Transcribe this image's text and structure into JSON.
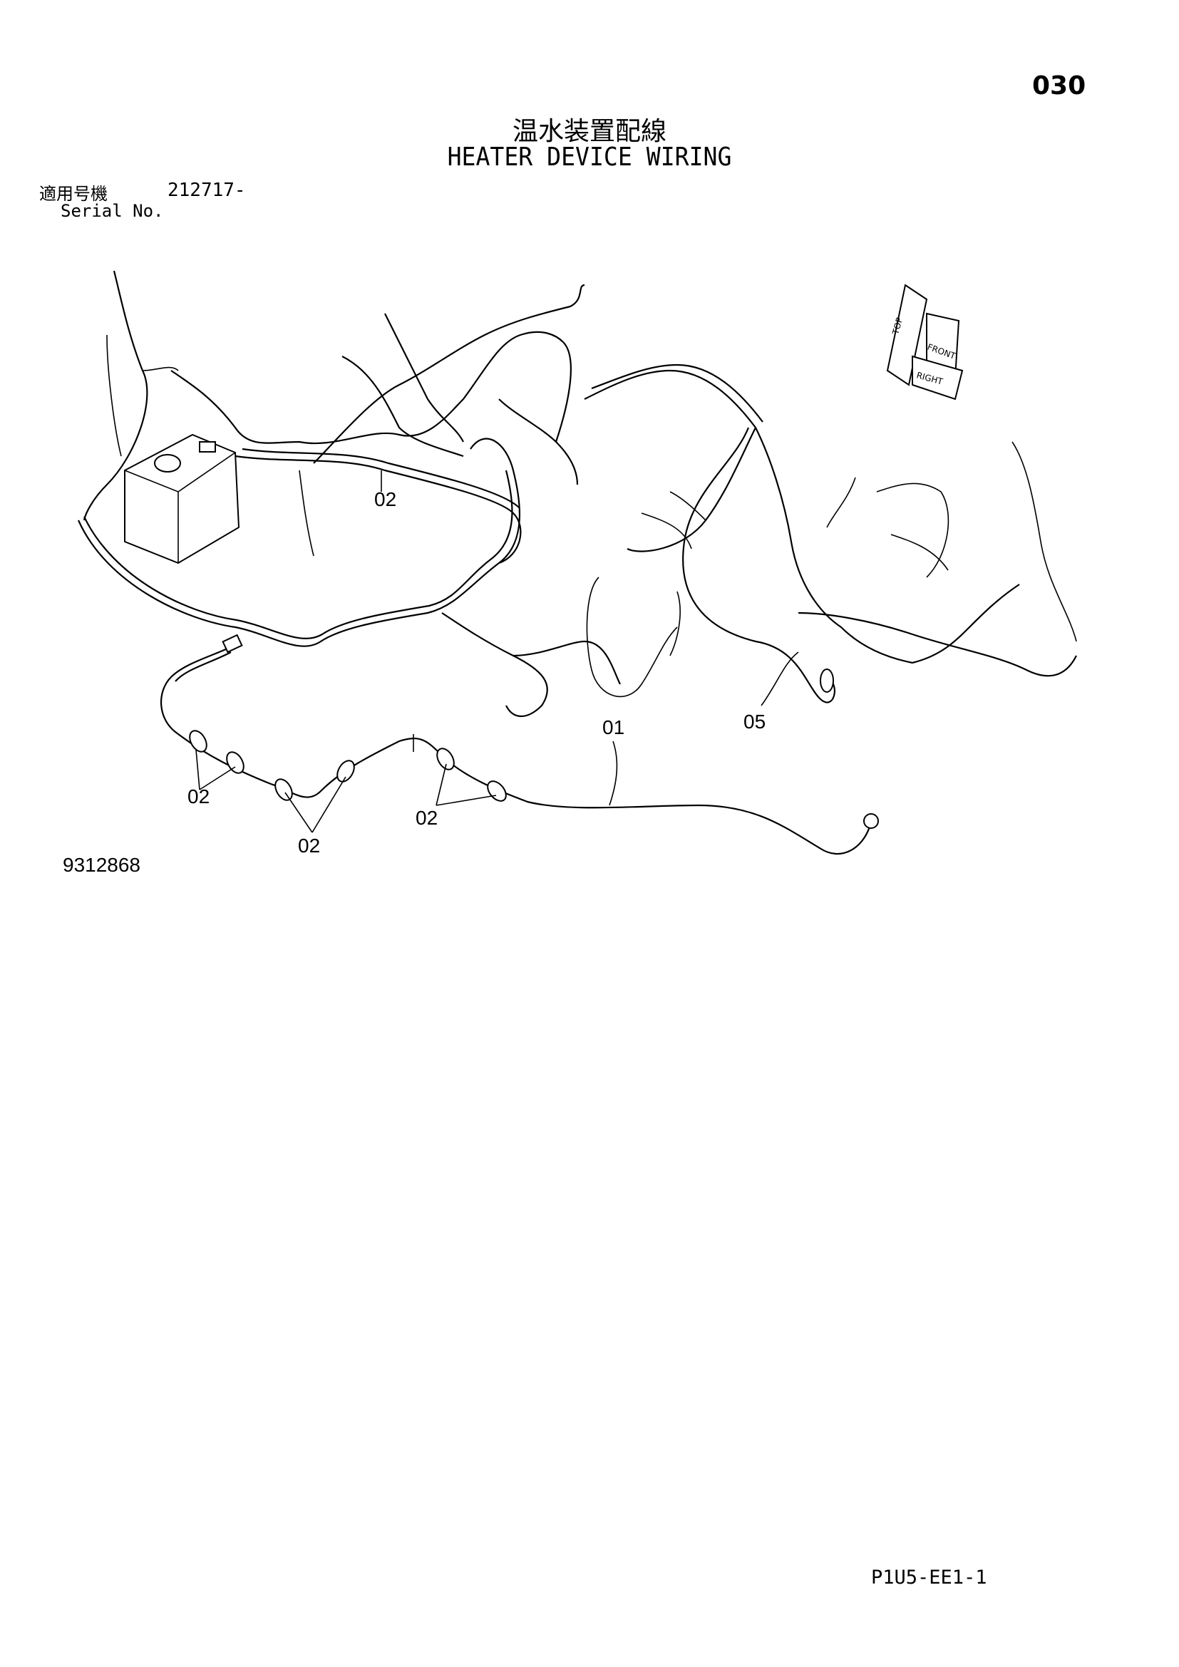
{
  "header": {
    "page_number": "030",
    "title_jp": "温水装置配線",
    "title_en": "HEATER DEVICE WIRING",
    "serial_label_jp": "適用号機",
    "serial_range": "212717-",
    "serial_label_en": "Serial No."
  },
  "diagram": {
    "callouts": [
      "01",
      "02",
      "05"
    ],
    "orientation_labels": [
      "TOP",
      "FRONT",
      "RIGHT"
    ]
  },
  "footer": {
    "drawing_number": "9312868",
    "page_code": "P1U5-EE1-1"
  }
}
